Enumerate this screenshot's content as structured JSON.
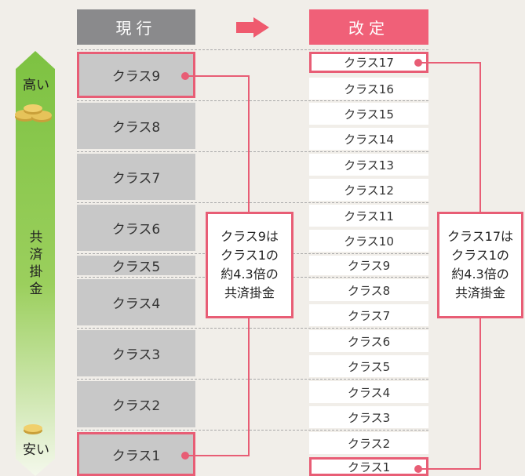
{
  "headers": {
    "current": "現行",
    "revised": "改定"
  },
  "scale": {
    "high": "高い",
    "low": "安い",
    "middle": [
      "共",
      "済",
      "掛",
      "金"
    ]
  },
  "current_classes": [
    "クラス9",
    "クラス8",
    "クラス7",
    "クラス6",
    "クラス5",
    "クラス4",
    "クラス3",
    "クラス2",
    "クラス1"
  ],
  "revised_classes": [
    "クラス17",
    "クラス16",
    "クラス15",
    "クラス14",
    "クラス13",
    "クラス12",
    "クラス11",
    "クラス10",
    "クラス9",
    "クラス8",
    "クラス7",
    "クラス6",
    "クラス5",
    "クラス4",
    "クラス3",
    "クラス2",
    "クラス1"
  ],
  "current_note": [
    "クラス9は",
    "クラス1の",
    "約4.3倍の",
    "共済掛金"
  ],
  "revised_note": [
    "クラス17は",
    "クラス1の",
    "約4.3倍の",
    "共済掛金"
  ],
  "colors": {
    "accent": "#e85d75",
    "current_header": "#8a8a8c",
    "revised_header": "#f06078",
    "gauge_top": "#7dc242",
    "gauge_bottom": "#ffffff"
  }
}
